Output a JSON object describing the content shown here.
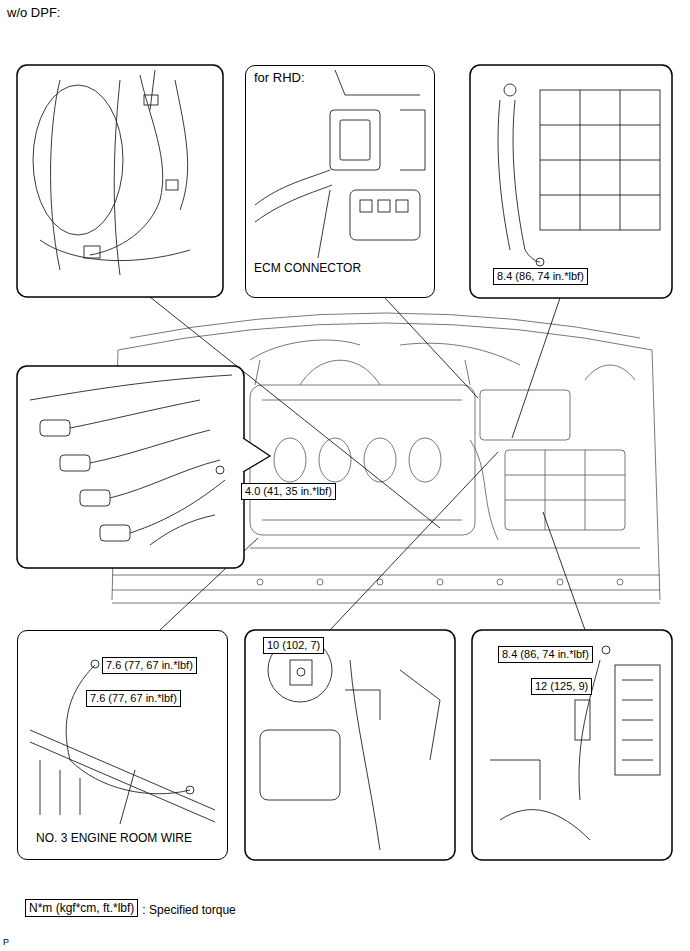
{
  "diagram": {
    "title": "w/o DPF:",
    "nodes": [
      {
        "text": [
          "for RHD:",
          "ECM CONNECTOR"
        ]
      },
      {
        "text": [
          "8.4 (86, 74 in.*lbf)"
        ]
      },
      {
        "text": [
          "4.0 (41, 35 in.*lbf)"
        ]
      },
      {
        "text": [
          "NO. 3 ENGINE ROOM WIRE"
        ]
      },
      {
        "text": [
          "7.6 (77, 67 in.*lbf)"
        ],
        "in": 3
      },
      {
        "text": [
          "7.6 (77, 67 in.*lbf)"
        ],
        "in": 3
      },
      {
        "text": [
          "10 (102, 7)"
        ]
      },
      {
        "text": [
          "8.4 (86, 74 in.*lbf)"
        ]
      },
      {
        "text": [
          "12 (125, 9)"
        ]
      }
    ],
    "edges": [],
    "labels": [
      "N*m (kgf*cm, ft.*lbf)",
      "P"
    ],
    "legend": [
      {
        "text": ": Specified torque"
      }
    ]
  }
}
